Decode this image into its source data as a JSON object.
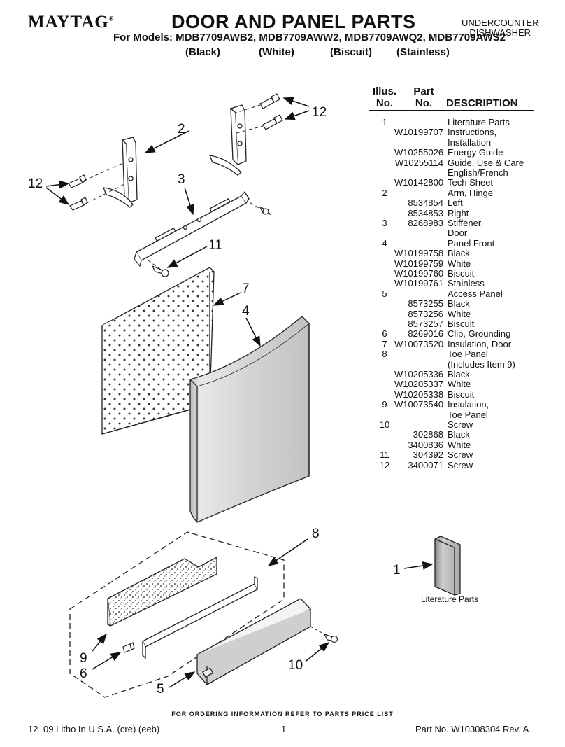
{
  "header": {
    "brand": "MAYTAG",
    "trademark": "®",
    "title": "DOOR AND PANEL PARTS",
    "models": "For Models: MDB7709AWB2, MDB7709AWW2, MDB7709AWQ2, MDB7709AWS2",
    "variants": [
      "(Black)",
      "(White)",
      "(Biscuit)",
      "(Stainless)"
    ],
    "category_line1": "UNDERCOUNTER",
    "category_line2": "DISHWASHER"
  },
  "table": {
    "col_illus": [
      "Illus.",
      "No."
    ],
    "col_part": [
      "Part",
      "No."
    ],
    "col_desc": "DESCRIPTION",
    "rows": [
      {
        "illus": "1",
        "part": "",
        "desc": "Literature Parts"
      },
      {
        "illus": "",
        "part": "W10199707",
        "desc": "Instructions,"
      },
      {
        "illus": "",
        "part": "",
        "desc": "Installation"
      },
      {
        "illus": "",
        "part": "W10255026",
        "desc": "Energy Guide"
      },
      {
        "illus": "",
        "part": "W10255114",
        "desc": "Guide, Use & Care"
      },
      {
        "illus": "",
        "part": "",
        "desc": "English/French"
      },
      {
        "illus": "",
        "part": "W10142800",
        "desc": "Tech Sheet"
      },
      {
        "illus": "2",
        "part": "",
        "desc": "Arm, Hinge"
      },
      {
        "illus": "",
        "part": "8534854",
        "desc": "Left"
      },
      {
        "illus": "",
        "part": "8534853",
        "desc": "Right"
      },
      {
        "illus": "3",
        "part": "8268983",
        "desc": "Stiffener,"
      },
      {
        "illus": "",
        "part": "",
        "desc": "Door"
      },
      {
        "illus": "4",
        "part": "",
        "desc": "Panel Front"
      },
      {
        "illus": "",
        "part": "W10199758",
        "desc": "Black"
      },
      {
        "illus": "",
        "part": "W10199759",
        "desc": "White"
      },
      {
        "illus": "",
        "part": "W10199760",
        "desc": "Biscuit"
      },
      {
        "illus": "",
        "part": "W10199761",
        "desc": "Stainless"
      },
      {
        "illus": "5",
        "part": "",
        "desc": "Access Panel"
      },
      {
        "illus": "",
        "part": "8573255",
        "desc": "Black"
      },
      {
        "illus": "",
        "part": "8573256",
        "desc": "White"
      },
      {
        "illus": "",
        "part": "8573257",
        "desc": "Biscuit"
      },
      {
        "illus": "6",
        "part": "8269016",
        "desc": "Clip, Grounding"
      },
      {
        "illus": "7",
        "part": "W10073520",
        "desc": "Insulation, Door"
      },
      {
        "illus": "8",
        "part": "",
        "desc": "Toe Panel"
      },
      {
        "illus": "",
        "part": "",
        "desc": "(Includes Item 9)"
      },
      {
        "illus": "",
        "part": "W10205336",
        "desc": "Black"
      },
      {
        "illus": "",
        "part": "W10205337",
        "desc": "White"
      },
      {
        "illus": "",
        "part": "W10205338",
        "desc": "Biscuit"
      },
      {
        "illus": "9",
        "part": "W10073540",
        "desc": "Insulation,"
      },
      {
        "illus": "",
        "part": "",
        "desc": "Toe Panel"
      },
      {
        "illus": "10",
        "part": "",
        "desc": "Screw"
      },
      {
        "illus": "",
        "part": "302868",
        "desc": "Black"
      },
      {
        "illus": "",
        "part": "3400836",
        "desc": "White"
      },
      {
        "illus": "11",
        "part": "304392",
        "desc": "Screw"
      },
      {
        "illus": "12",
        "part": "3400071",
        "desc": "Screw"
      }
    ]
  },
  "diagram": {
    "callouts": {
      "c12_top": "12",
      "c2": "2",
      "c12_left": "12",
      "c3": "3",
      "c11": "11",
      "c7": "7",
      "c4": "4",
      "c8": "8",
      "c1": "1",
      "c9": "9",
      "c6": "6",
      "c10": "10",
      "c5": "5"
    },
    "literature_label": "Literature Parts"
  },
  "footer": {
    "order_note": "FOR ORDERING INFORMATION REFER TO PARTS PRICE LIST",
    "litho": "12−09 Litho In U.S.A. (cre) (eeb)",
    "page": "1",
    "part_no": "Part No. W10308304 Rev. A"
  }
}
